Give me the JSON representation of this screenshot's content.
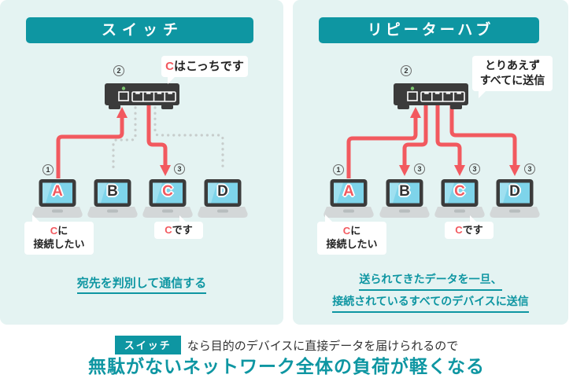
{
  "colors": {
    "teal": "#0E96A2",
    "panel_bg": "#E4F3F2",
    "red": "#F2595F",
    "device_dark": "#3B3B3B",
    "screen_blue": "#7ED4EA",
    "base_gray": "#D3D7D8",
    "dot_gray": "#C7CDCC",
    "led_green": "#7CC96F"
  },
  "icons": {
    "left_device": "network-switch-icon",
    "right_device": "network-hub-icon",
    "computer": "laptop-icon",
    "led": "status-led-icon",
    "bubble_tail": "speech-tail-icon"
  },
  "left_panel": {
    "title": "スイッチ",
    "step1": "1",
    "step2": "2",
    "step3": "3",
    "device_bubble": {
      "highlight": "C",
      "rest": "はこっちです"
    },
    "laptops": [
      {
        "label": "A"
      },
      {
        "label": "B"
      },
      {
        "label": "C"
      },
      {
        "label": "D"
      }
    ],
    "bubble_a": {
      "highlight": "C",
      "rest": "に",
      "line2": "接続したい"
    },
    "bubble_c": {
      "highlight": "C",
      "rest": "です"
    },
    "caption": "宛先を判別して通信する"
  },
  "right_panel": {
    "title": "リピーターハブ",
    "step1": "1",
    "step2": "2",
    "step3": "3",
    "device_bubble": {
      "line1": "とりあえず",
      "line2": "すべてに送信"
    },
    "laptops": [
      {
        "label": "A"
      },
      {
        "label": "B"
      },
      {
        "label": "C"
      },
      {
        "label": "D"
      }
    ],
    "bubble_a": {
      "highlight": "C",
      "rest": "に",
      "line2": "接続したい"
    },
    "bubble_c": {
      "highlight": "C",
      "rest": "です"
    },
    "caption_line1": "送られてきたデータを一旦、",
    "caption_line2": "接続されているすべてのデバイスに送信"
  },
  "footer": {
    "badge": "スイッチ",
    "line1": "なら目的のデバイスに直接データを届けられるので",
    "line2": "無駄がないネットワーク全体の負荷が軽くなる"
  }
}
